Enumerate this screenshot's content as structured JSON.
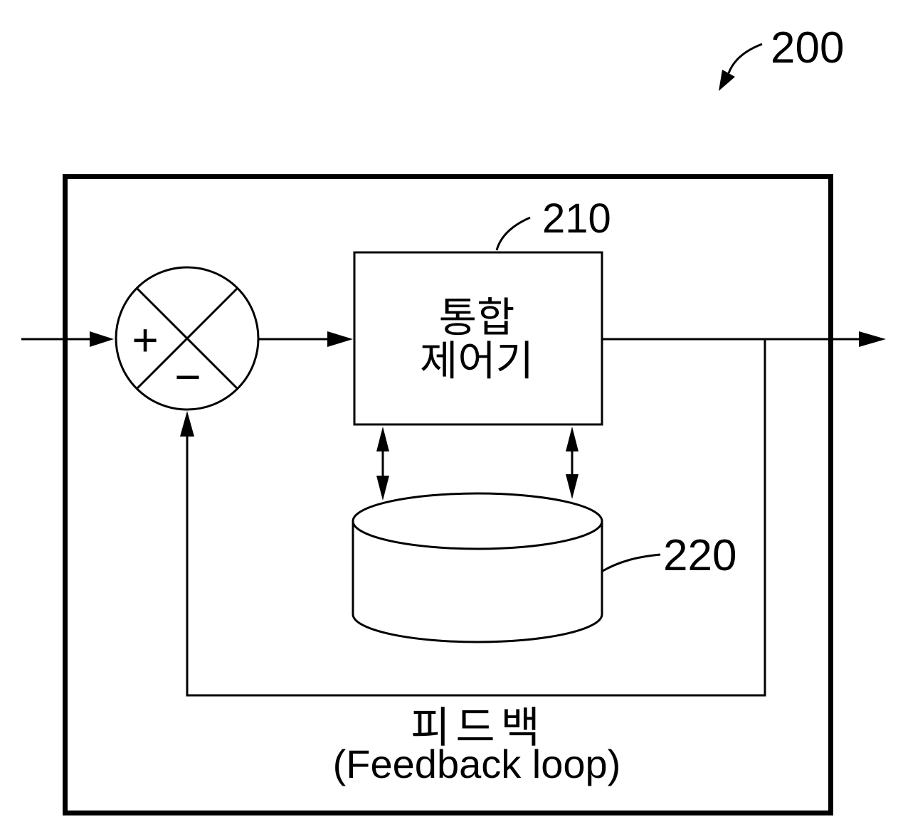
{
  "figure": {
    "reference_number": "200",
    "caption_korean": "피드백",
    "caption_english": "(Feedback loop)"
  },
  "summing_junction": {
    "plus_sign": "+",
    "minus_sign": "−"
  },
  "controller": {
    "reference_number": "210",
    "label_line1": "통합",
    "label_line2": "제어기"
  },
  "database": {
    "reference_number": "220"
  },
  "colors": {
    "line": "#000000",
    "background": "#ffffff"
  }
}
